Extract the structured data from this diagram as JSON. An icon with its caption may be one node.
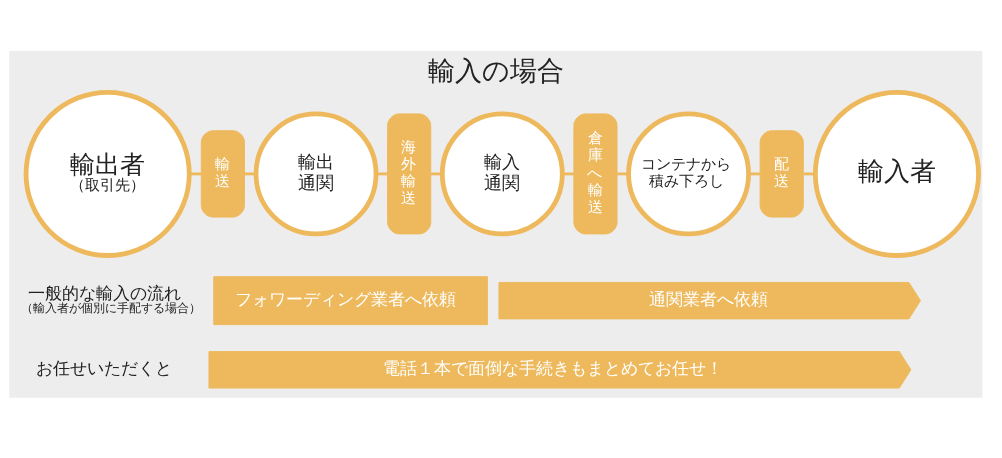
{
  "diagram": {
    "title": "輸入の場合",
    "nodes": [
      {
        "text": [
          "輸出者",
          "（取引先）"
        ]
      },
      {
        "text": [
          "輸送"
        ]
      },
      {
        "text": [
          "輸出通関"
        ]
      },
      {
        "text": [
          "海外輸送"
        ]
      },
      {
        "text": [
          "輸入通関"
        ]
      },
      {
        "text": [
          "倉庫へ輸送"
        ]
      },
      {
        "text": [
          "コンテナから積み下ろし"
        ]
      },
      {
        "text": [
          "配送"
        ]
      },
      {
        "text": [
          "輸入者"
        ]
      },
      {
        "text": [
          "フォワーディング業者へ依頼"
        ]
      },
      {
        "text": [
          "通関業者へ依頼"
        ]
      },
      {
        "text": [
          "電話１本で面倒な手続きもまとめてお任せ！"
        ]
      }
    ],
    "edges": [
      {
        "from": 0,
        "to": 1,
        "arrow": "none"
      },
      {
        "from": 1,
        "to": 2,
        "arrow": "none"
      },
      {
        "from": 2,
        "to": 3,
        "arrow": "none"
      },
      {
        "from": 3,
        "to": 4,
        "arrow": "none"
      },
      {
        "from": 4,
        "to": 5,
        "arrow": "none"
      },
      {
        "from": 5,
        "to": 6,
        "arrow": "none"
      },
      {
        "from": 6,
        "to": 7,
        "arrow": "none"
      },
      {
        "from": 7,
        "to": 8,
        "arrow": "none"
      }
    ],
    "labels": [
      "一般的な輸入の流れ",
      "（輸入者が個別に手配する場合）",
      "お任せいただくと"
    ]
  }
}
